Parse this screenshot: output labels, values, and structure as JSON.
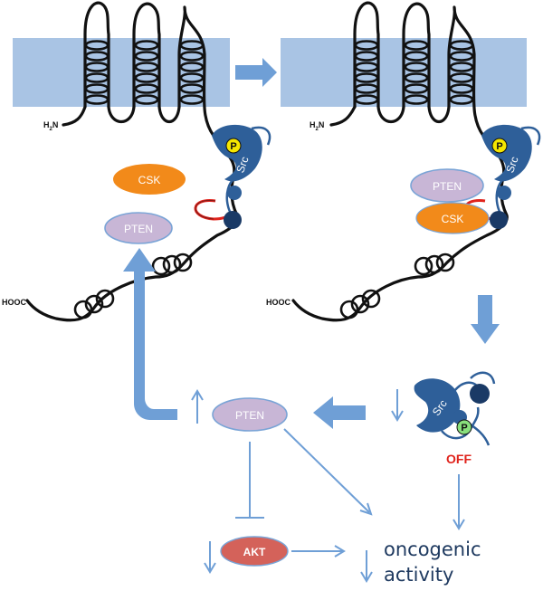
{
  "labels": {
    "nterm": "H",
    "nterm_sub": "2",
    "nterm_tail": "N",
    "cterm": "HOOC",
    "src": "Src",
    "p": "P",
    "csk": "CSK",
    "pten": "PTEN",
    "akt": "AKT",
    "off": "OFF",
    "onco_line1": "oncogenic",
    "onco_line2": "activity"
  },
  "colors": {
    "membrane": "#a9c4e4",
    "arrow": "#6f9fd6",
    "src_blue": "#2e5f99",
    "domain_dark": "#1a3a66",
    "phospho_yellow": "#f5e600",
    "phospho_green": "#88e07c",
    "csk_orange": "#f28a1a",
    "pten_lilac": "#c8b6d6",
    "akt_red": "#d4625a",
    "linker_red": "#e0231c",
    "off_red": "#e0231c",
    "onco_text": "#1f3a60"
  }
}
